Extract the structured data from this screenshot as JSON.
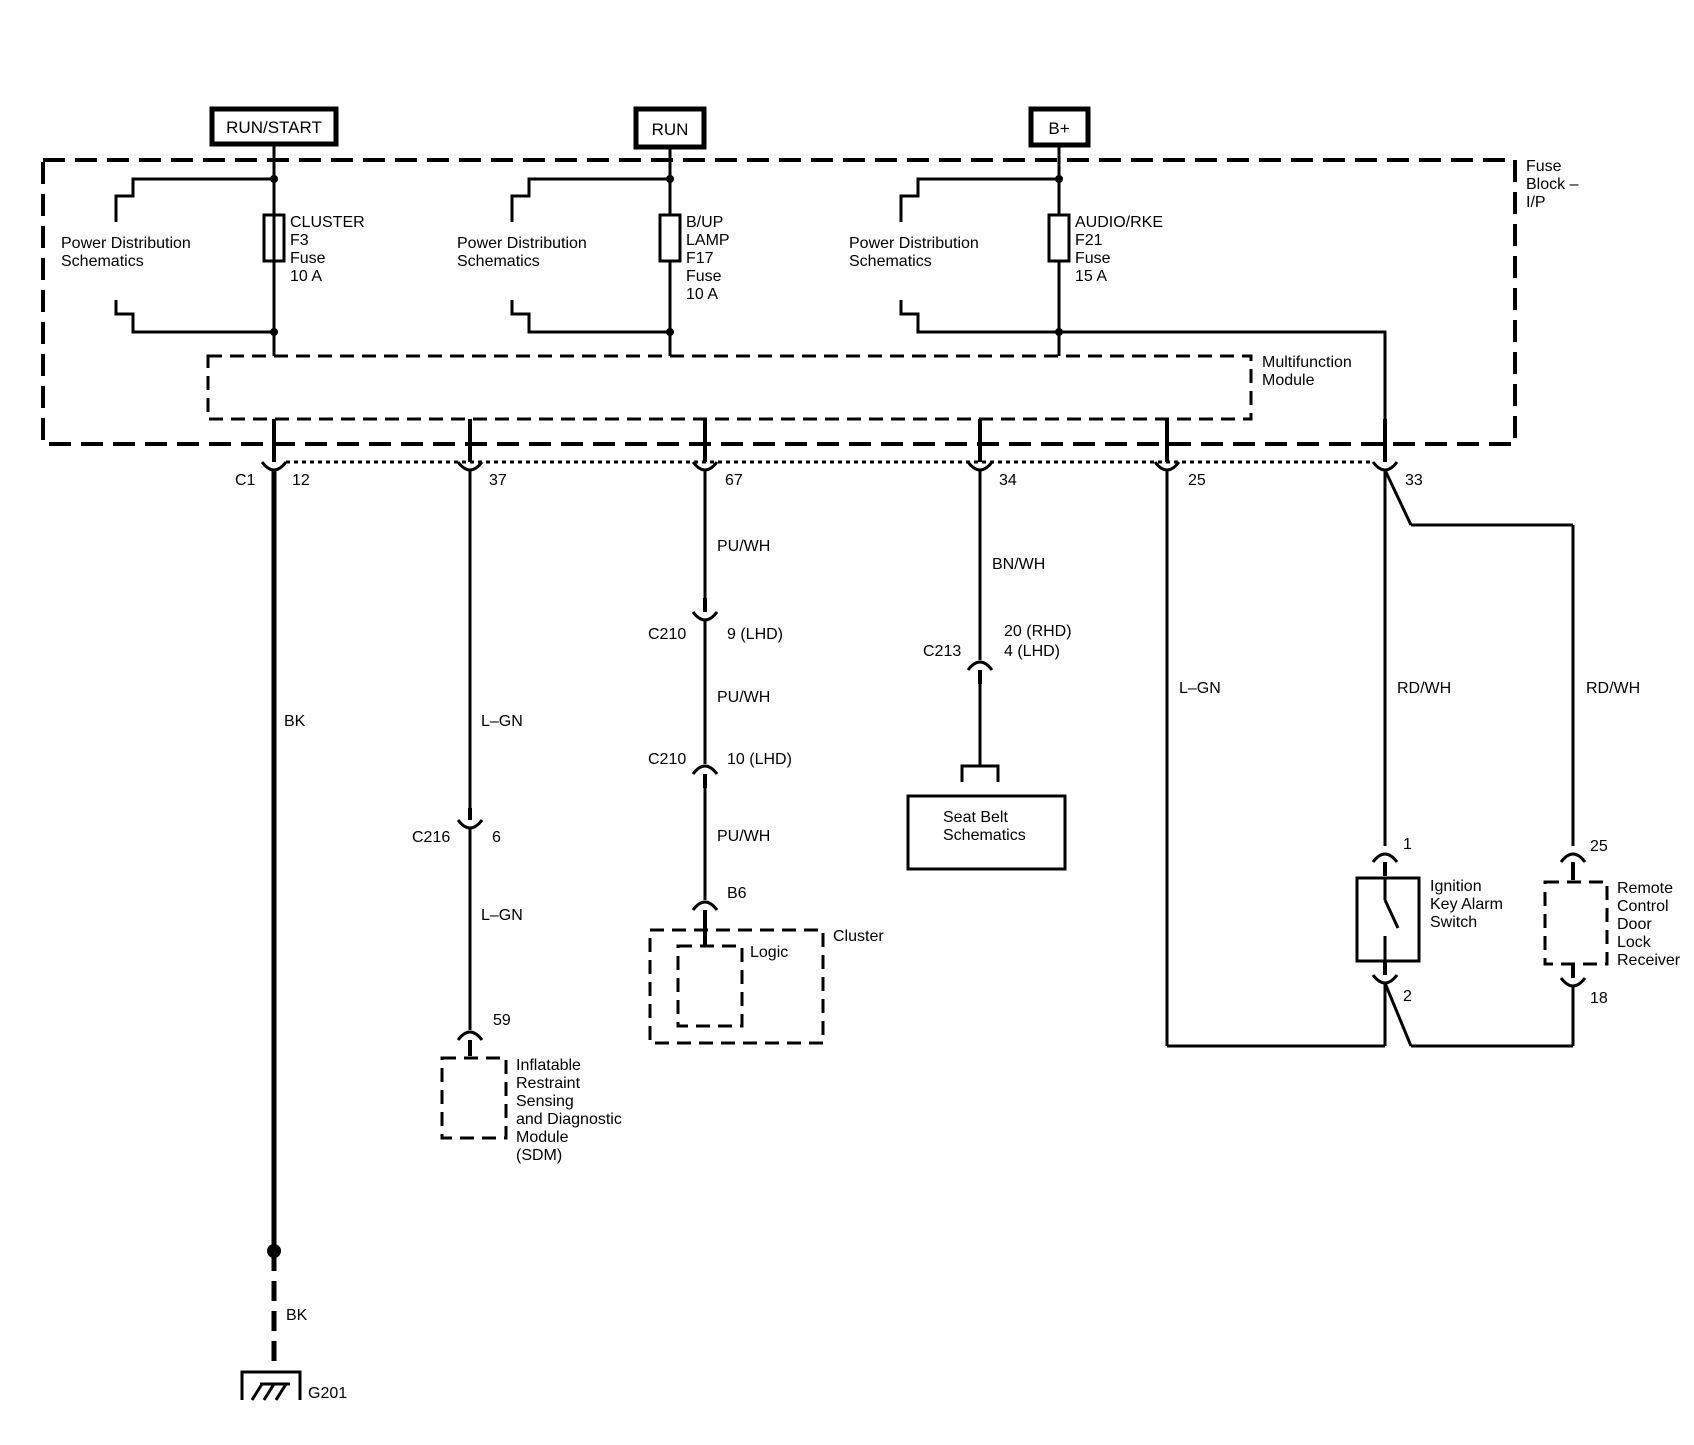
{
  "power_sources": {
    "run_start": "RUN/START",
    "run": "RUN",
    "b_plus": "B+"
  },
  "fuse_block": {
    "line1": "Fuse",
    "line2": "Block –",
    "line3": "I/P"
  },
  "power_dist": {
    "line1": "Power Distribution",
    "line2": "Schematics"
  },
  "fuses": {
    "f3": {
      "line1": "CLUSTER",
      "line2": "F3",
      "line3": "Fuse",
      "line4": "10 A"
    },
    "f17": {
      "line1": "B/UP",
      "line2": "LAMP",
      "line3": "F17",
      "line4": "Fuse",
      "line5": "10 A"
    },
    "f21": {
      "line1": "AUDIO/RKE",
      "line2": "F21",
      "line3": "Fuse",
      "line4": "15 A"
    }
  },
  "multifunction_module": {
    "line1": "Multifunction",
    "line2": "Module"
  },
  "connector_c1": "C1",
  "pins": {
    "p12": "12",
    "p37": "37",
    "p67": "67",
    "p34": "34",
    "p25": "25",
    "p33": "33"
  },
  "wires": {
    "bk": "BK",
    "l_gn": "L–GN",
    "pu_wh": "PU/WH",
    "bn_wh": "BN/WH",
    "rd_wh": "RD/WH"
  },
  "connectors": {
    "c210": "C210",
    "c210_pin1": "9 (LHD)",
    "c210_pin2": "10 (LHD)",
    "c213": "C213",
    "c213_pin_rhd": "20 (RHD)",
    "c213_pin_lhd": "4 (LHD)",
    "c216": "C216",
    "c216_pin": "6",
    "b6": "B6",
    "sdm_pin": "59",
    "ign_pin1": "1",
    "ign_pin2": "2",
    "rcdlr_pin25": "25",
    "rcdlr_pin18": "18"
  },
  "components": {
    "cluster": "Cluster",
    "logic": "Logic",
    "seat_belt": {
      "line1": "Seat Belt",
      "line2": "Schematics"
    },
    "sdm": {
      "line1": "Inflatable",
      "line2": "Restraint",
      "line3": "Sensing",
      "line4": "and Diagnostic",
      "line5": "Module",
      "line6": "(SDM)"
    },
    "ign_switch": {
      "line1": "Ignition",
      "line2": "Key Alarm",
      "line3": "Switch"
    },
    "rcdlr": {
      "line1": "Remote",
      "line2": "Control",
      "line3": "Door",
      "line4": "Lock",
      "line5": "Receiver"
    }
  },
  "ground": {
    "label": "G201",
    "wire": "BK"
  }
}
